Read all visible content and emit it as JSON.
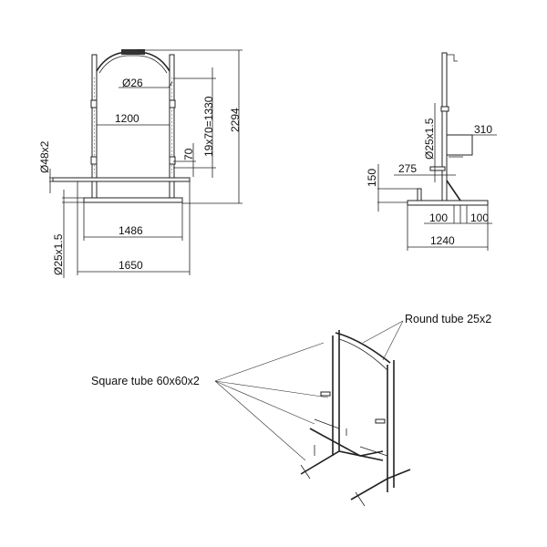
{
  "front_view": {
    "pin_diameter": "Ø26",
    "inner_width": "1200",
    "hole_spacing_total": "19x70=1330",
    "hole_pitch": "70",
    "overall_height": "2294",
    "arm_tube": "Ø48x2",
    "base_tube": "Ø25x1.5",
    "base_inner_width": "1486",
    "base_overall_width": "1650"
  },
  "side_view": {
    "tube": "Ø25x1.5",
    "safety_depth": "310",
    "hook_depth": "275",
    "peg_height": "150",
    "peg_spacing_1": "100",
    "peg_spacing_2": "100",
    "base_depth": "1240"
  },
  "iso_view": {
    "round_tube_label": "Round tube 25x2",
    "square_tube_label": "Square tube 60x60x2"
  }
}
